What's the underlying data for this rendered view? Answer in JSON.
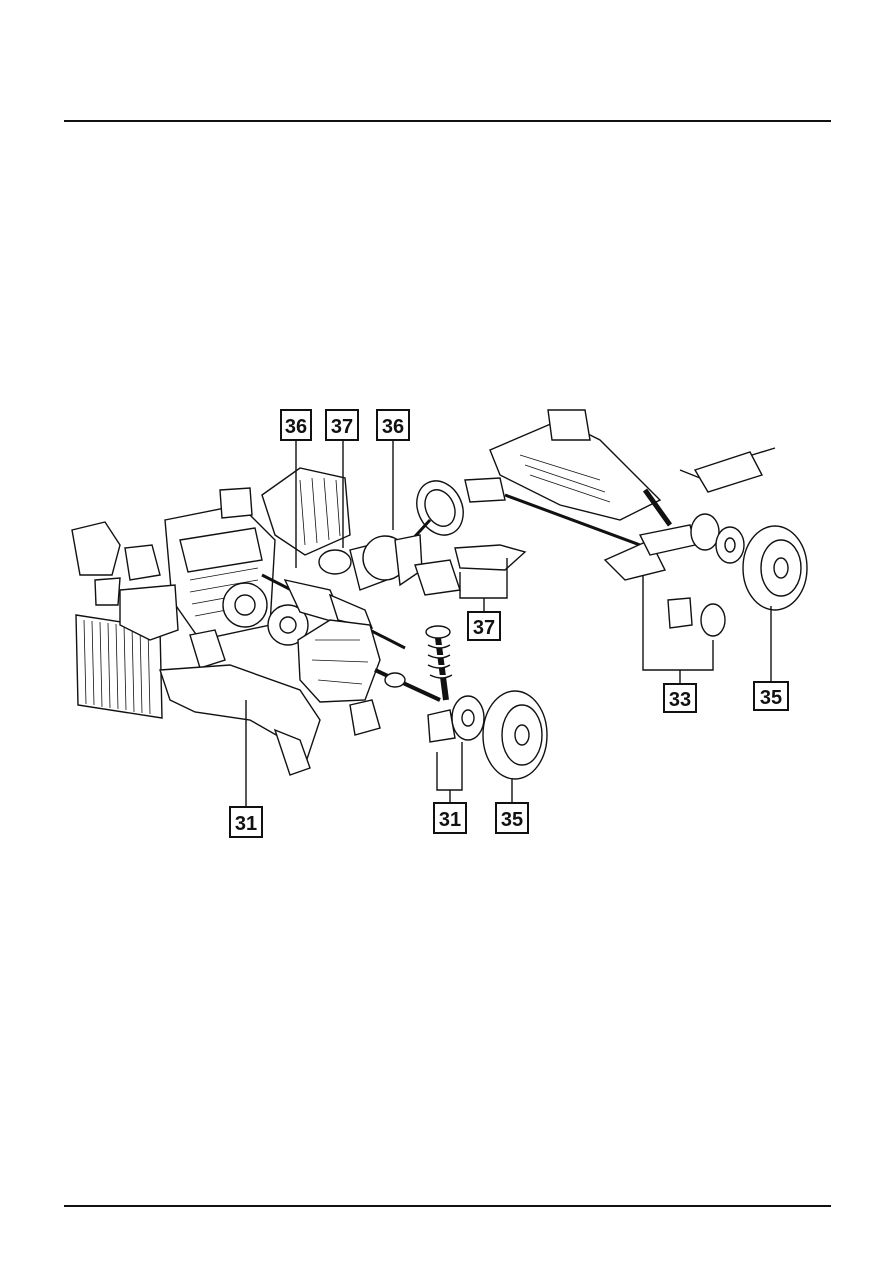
{
  "callouts": [
    {
      "id": "c36a",
      "label": "36"
    },
    {
      "id": "c37a",
      "label": "37"
    },
    {
      "id": "c36b",
      "label": "36"
    },
    {
      "id": "c37b",
      "label": "37"
    },
    {
      "id": "c33",
      "label": "33"
    },
    {
      "id": "c35a",
      "label": "35"
    },
    {
      "id": "c31a",
      "label": "31"
    },
    {
      "id": "c31b",
      "label": "31"
    },
    {
      "id": "c35b",
      "label": "35"
    }
  ]
}
